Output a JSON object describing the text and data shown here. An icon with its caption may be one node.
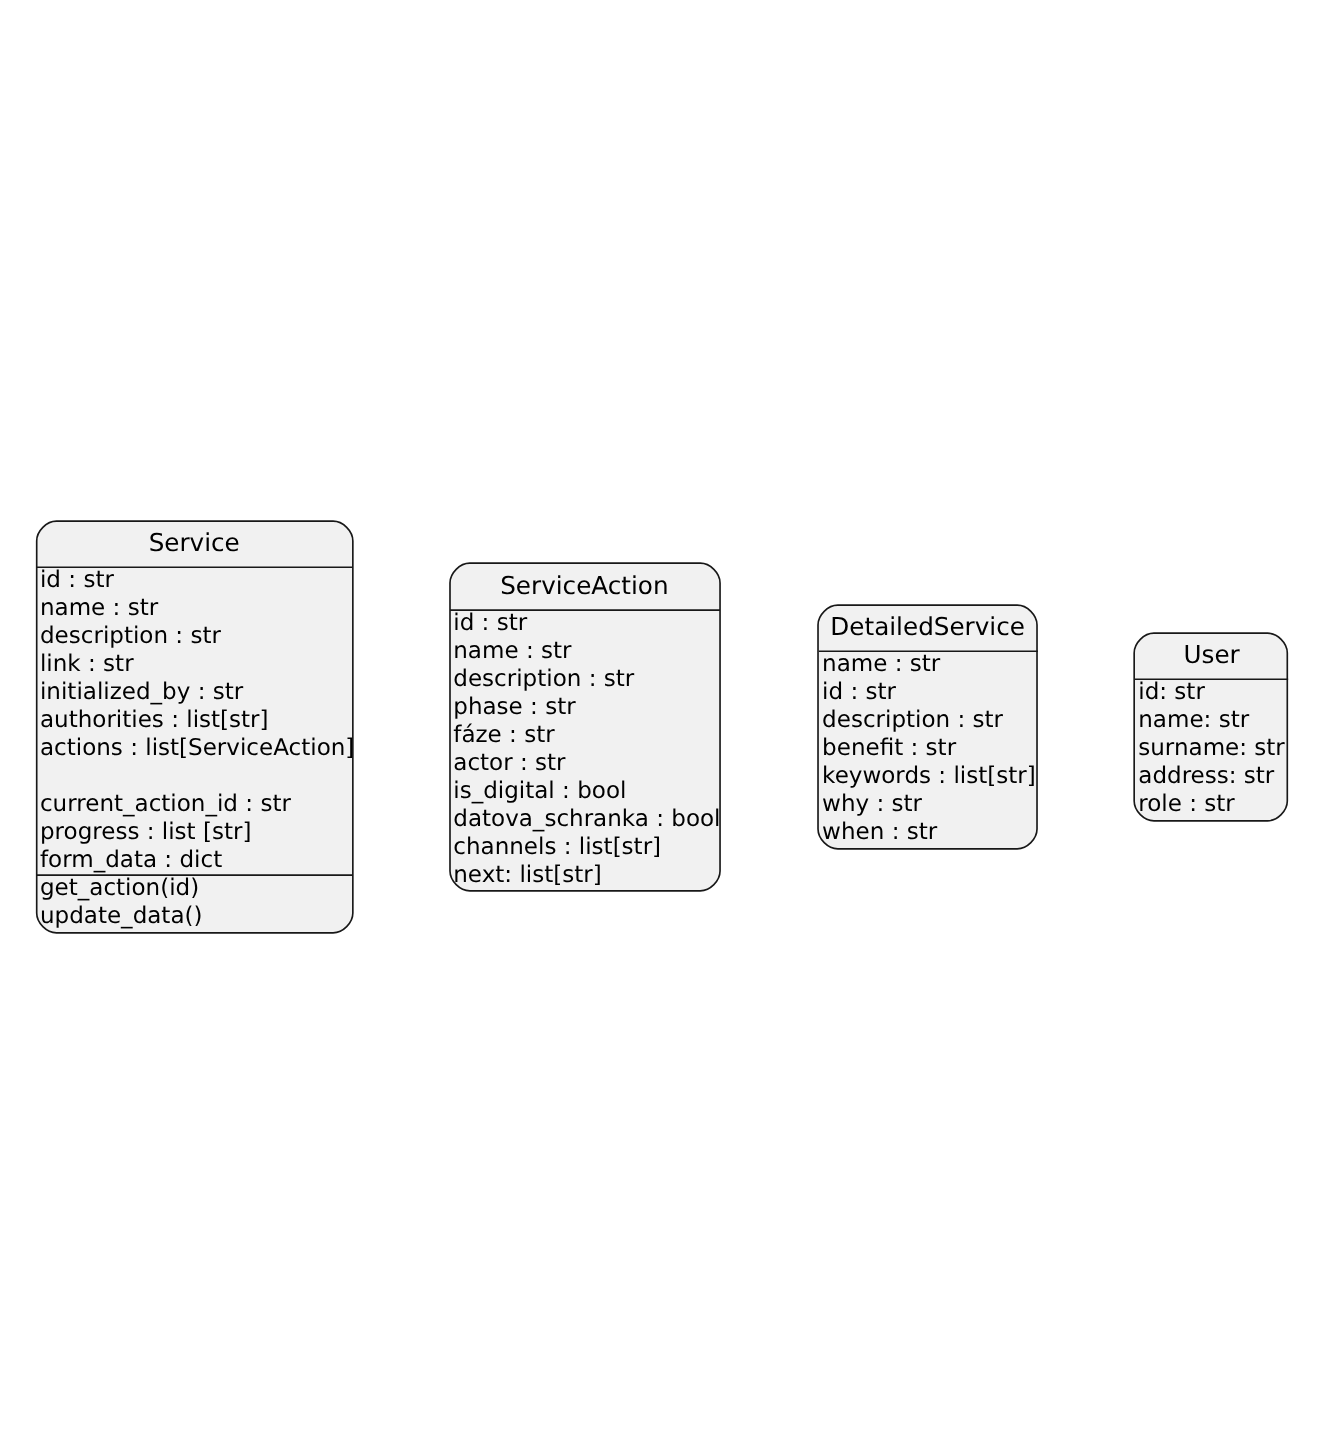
{
  "diagram": {
    "nodes": [
      {
        "text": [
          "Service",
          "id : str",
          "name : str",
          "description : str",
          "link : str",
          "initialized_by : str",
          "authorities : list[str]",
          "actions : list[ServiceAction]",
          "current_action_id : str",
          "progress : list [str]",
          "form_data : dict",
          "get_action(id)",
          "update_data()"
        ]
      },
      {
        "text": [
          "ServiceAction",
          "id : str",
          "name : str",
          "description : str",
          "phase : str",
          "fáze : str",
          "actor : str",
          "is_digital : bool",
          "datova_schranka : bool",
          "channels : list[str]",
          "next: list[str]"
        ]
      },
      {
        "text": [
          "DetailedService",
          "name : str",
          "id : str",
          "description : str",
          "benefit : str",
          "keywords : list[str]",
          "why : str",
          "when : str"
        ]
      },
      {
        "text": [
          "User",
          "id: str",
          "name: str",
          "surname: str",
          "address: str",
          "role : str"
        ]
      }
    ],
    "edges": []
  }
}
